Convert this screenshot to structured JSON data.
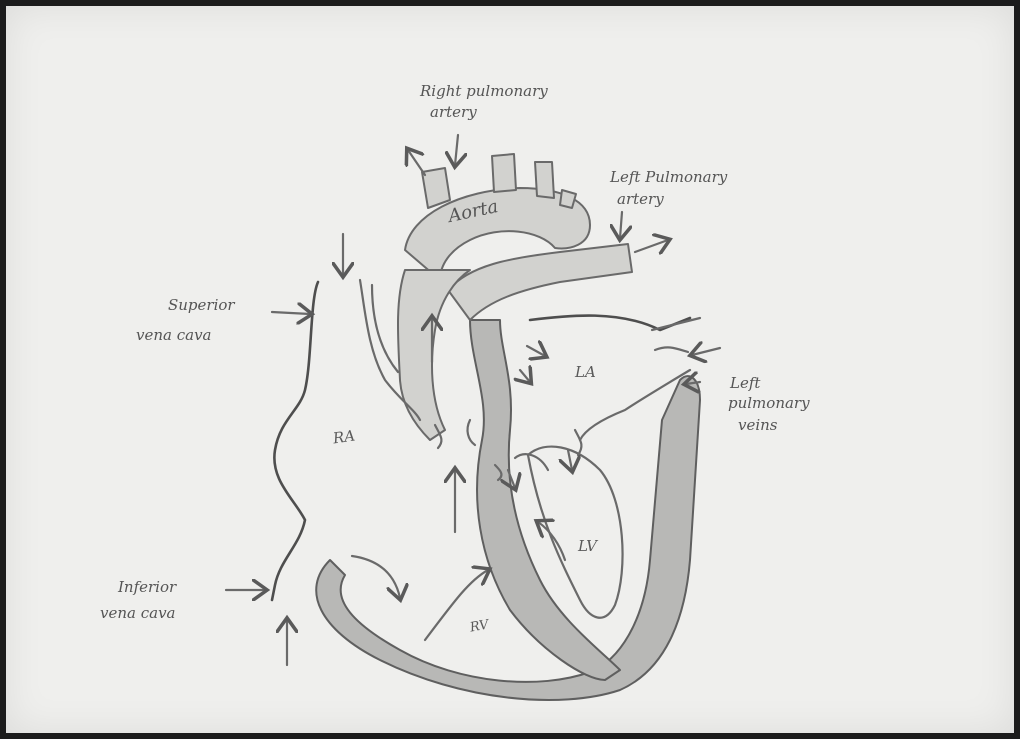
{
  "labels": {
    "right_pulmonary_artery_1": "Right pulmonary",
    "right_pulmonary_artery_2": "artery",
    "aorta": "Aorta",
    "left_pulmonary_artery_1": "Left Pulmonary",
    "left_pulmonary_artery_2": "artery",
    "superior_vena_cava_1": "Superior",
    "superior_vena_cava_2": "vena cava",
    "left_pulmonary_veins_1": "Left",
    "left_pulmonary_veins_2": "pulmonary",
    "left_pulmonary_veins_3": "veins",
    "ra": "RA",
    "la": "LA",
    "lv": "LV",
    "rv": "RV",
    "inferior_vena_cava_1": "Inferior",
    "inferior_vena_cava_2": "vena cava"
  }
}
